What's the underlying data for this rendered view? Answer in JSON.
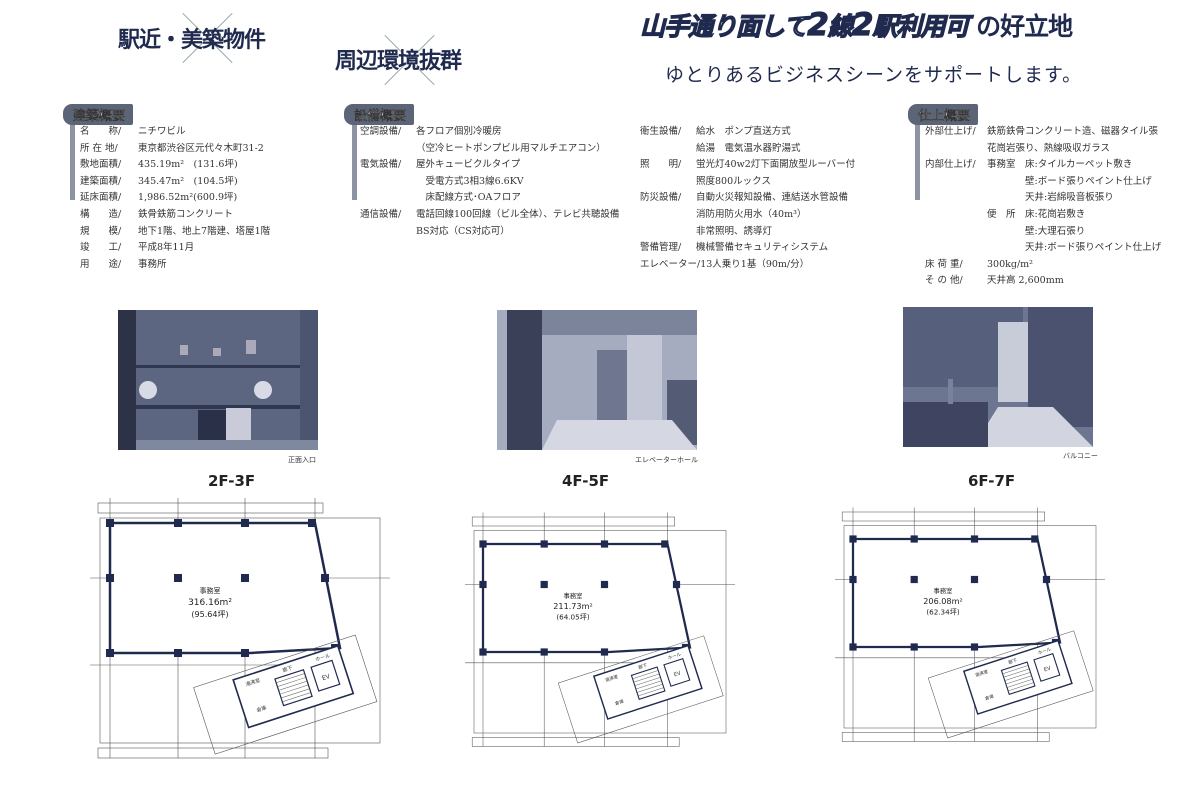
{
  "headlines": {
    "feature1": "駅近・美築物件",
    "feature2": "周辺環境抜群",
    "main": {
      "p1": "山手通り面して",
      "n1": "2",
      "p2": "線",
      "n2": "2",
      "p3": "駅利用可",
      "p4": "の好立地"
    },
    "sub": "ゆとりあるビジネスシーンをサポートします。"
  },
  "building": {
    "title": "建築概要",
    "rows": [
      {
        "k": "名　　称/",
        "v": "ニチワビル"
      },
      {
        "k": "所 在 地/",
        "v": "東京都渋谷区元代々木町31-2"
      },
      {
        "k": "敷地面積/",
        "v": "435.19m²　(131.6坪)"
      },
      {
        "k": "建築面積/",
        "v": "345.47m²　(104.5坪)"
      },
      {
        "k": "延床面積/",
        "v": "1,986.52m²(600.9坪)"
      },
      {
        "k": "構　　造/",
        "v": "鉄骨鉄筋コンクリート"
      },
      {
        "k": "規　　模/",
        "v": "地下1階、地上7階建、塔屋1階"
      },
      {
        "k": "竣　　工/",
        "v": "平成8年11月"
      },
      {
        "k": "用　　途/",
        "v": "事務所"
      }
    ]
  },
  "equipment": {
    "title": "設備概要",
    "rows": [
      {
        "k": "空調設備/",
        "v": "各フロア個別冷暖房"
      },
      {
        "k": "",
        "v": "（空冷ヒートポンプビル用マルチエアコン）"
      },
      {
        "k": "電気設備/",
        "v": "屋外キュービクルタイプ"
      },
      {
        "k": "",
        "v": "　受電方式3相3線6.6KV"
      },
      {
        "k": "",
        "v": "　床配線方式･OAフロア"
      },
      {
        "k": "通信設備/",
        "v": "電話回線100回線（ビル全体）、テレビ共聴設備"
      },
      {
        "k": "",
        "v": "BS対応（CS対応可）"
      }
    ]
  },
  "equipment2": {
    "rows": [
      {
        "k": "衛生設備/",
        "v": "給水　ポンプ直送方式"
      },
      {
        "k": "",
        "v": "給湯　電気温水器貯湯式"
      },
      {
        "k": "照　　明/",
        "v": "蛍光灯40w2灯下面開放型ルーバー付"
      },
      {
        "k": "",
        "v": "照度800ルックス"
      },
      {
        "k": "防災設備/",
        "v": "自動火災報知設備、連結送水管設備"
      },
      {
        "k": "",
        "v": "消防用防火用水（40m³）"
      },
      {
        "k": "",
        "v": "非常照明、誘導灯"
      },
      {
        "k": "警備管理/",
        "v": "機械警備セキュリティシステム"
      },
      {
        "k": "エレベーター/",
        "v": "13人乗り1基（90m/分）"
      }
    ]
  },
  "finish": {
    "title": "仕上概要",
    "rows": [
      {
        "k": "外部仕上げ/",
        "v": "鉄筋鉄骨コンクリート造、磁器タイル張"
      },
      {
        "k": "",
        "v": "花崗岩張り、熱線吸収ガラス"
      },
      {
        "k": "内部仕上げ/",
        "v": "事務室　床:タイルカーペット敷き"
      },
      {
        "k": "",
        "v": "　　　　壁:ボード張りペイント仕上げ"
      },
      {
        "k": "",
        "v": "　　　　天井:岩綿吸音板張り"
      },
      {
        "k": "",
        "v": "便　所　床:花崗岩敷き"
      },
      {
        "k": "",
        "v": "　　　　壁:大理石張り"
      },
      {
        "k": "",
        "v": "　　　　天井:ボード張りペイント仕上げ"
      },
      {
        "k": "床 荷 重/",
        "v": "300kg/m²"
      },
      {
        "k": "そ の 他/",
        "v": "天井高 2,600mm"
      }
    ]
  },
  "photos": [
    {
      "caption": "正面入口"
    },
    {
      "caption": "エレベーターホール"
    },
    {
      "caption": "バルコニー"
    }
  ],
  "floors": [
    {
      "title": "2F-3F",
      "room": "事務室",
      "area": "316.16m²",
      "tsubo": "(95.64坪)"
    },
    {
      "title": "4F-5F",
      "room": "事務室",
      "area": "211.73m²",
      "tsubo": "(64.05坪)"
    },
    {
      "title": "6F-7F",
      "room": "事務室",
      "area": "206.08m²",
      "tsubo": "(62.34坪)"
    }
  ],
  "plan_labels": {
    "ev": "EV",
    "hall": "ホール",
    "corridor": "廊下",
    "storage": "倉庫",
    "kitchen": "湯沸室"
  }
}
